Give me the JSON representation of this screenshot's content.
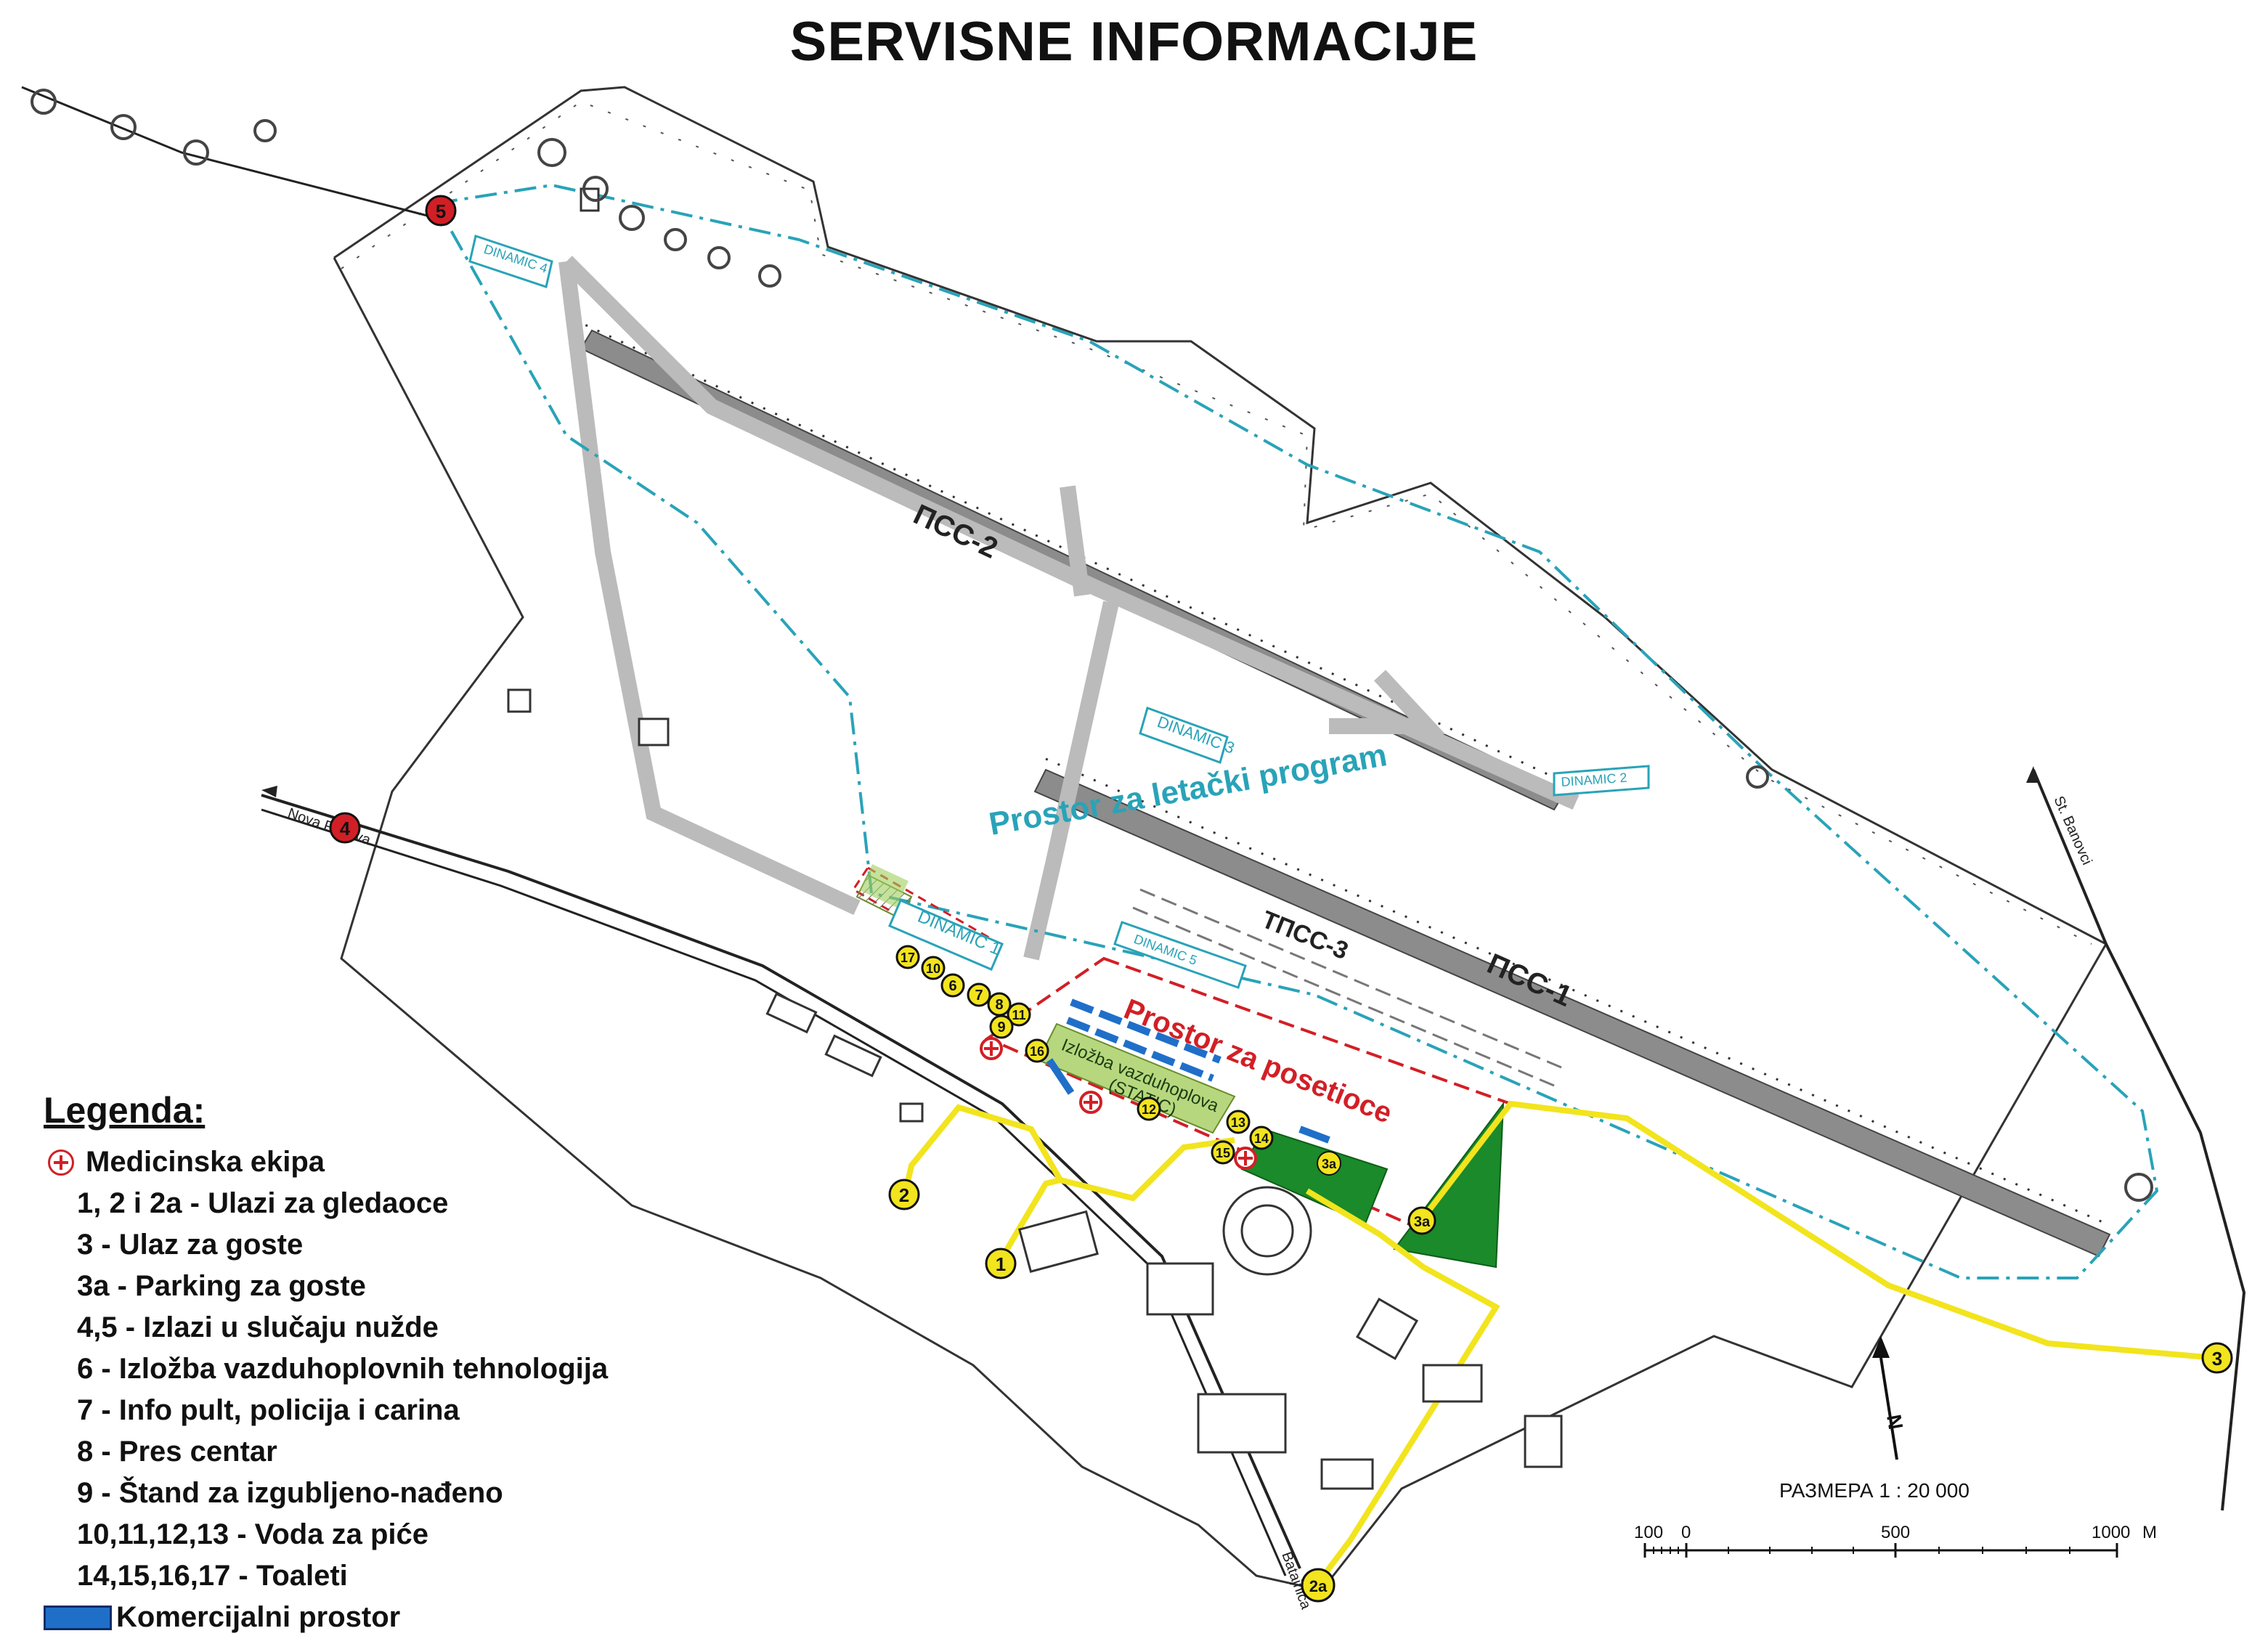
{
  "title": "SERVISNE INFORMACIJE",
  "colors": {
    "runway": "#8c8c8c",
    "flight_zone": "#29a3b8",
    "visitor_zone": "#d21f26",
    "path": "#f2e41d",
    "parking": "#1a8a2a",
    "static_display": "#b7d77f",
    "commercial": "#1f6fc9",
    "exit_marker": "#d21f26",
    "entry_marker": "#f2e41d"
  },
  "map": {
    "runway_1": "ПСС-1",
    "runway_2": "ПСС-2",
    "runway_3": "ТПСС-3",
    "dynamic_1": "DINAMIC 1",
    "dynamic_2": "DINAMIC 2",
    "dynamic_3": "DINAMIC 3",
    "dynamic_4": "DINAMIC 4",
    "dynamic_5": "DINAMIC 5",
    "flight_zone_label": "Prostor za letački program",
    "visitor_zone_label": "Prostor za posetioce",
    "static_display_label_1": "Izložba vazduhoplova",
    "static_display_label_2": "(STATIC)",
    "road_nova_pazova": "Nova Pazova",
    "road_st_banovci": "St. Banovci",
    "road_batajnica": "Batajnica",
    "north": "N"
  },
  "markers": {
    "m1": "1",
    "m2": "2",
    "m2a": "2a",
    "m3": "3",
    "m3a": "3a",
    "m3a_parking": "3a",
    "m4": "4",
    "m5": "5",
    "m6": "6",
    "m7": "7",
    "m8": "8",
    "m9": "9",
    "m10": "10",
    "m11": "11",
    "m12": "12",
    "m13": "13",
    "m14": "14",
    "m15": "15",
    "m16": "16",
    "m17": "17"
  },
  "legend": {
    "title": "Legenda:",
    "medical": "Medicinska ekipa",
    "entries": "1, 2 i 2a - Ulazi za gledaoce",
    "guest_entry": "3 - Ulaz za goste",
    "guest_parking": "3a - Parking za goste",
    "emergency_exits": "4,5 - Izlazi u slučaju nužde",
    "tech_expo": "6 - Izložba vazduhoplovnih tehnologija",
    "info_desk": "7 - Info pult, policija i carina",
    "press": "8 - Pres centar",
    "lost_found": "9 - Štand za izgubljeno-nađeno",
    "water": "10,11,12,13 - Voda za piće",
    "toilets": "14,15,16,17 - Toaleti",
    "commercial": "Komercijalni prostor",
    "medical_icon": "medical-cross-icon",
    "commercial_icon": "commercial-swatch-icon"
  },
  "scale": {
    "title": "РАЗМЕРА 1 : 20 000",
    "t_100": "100",
    "t_0": "0",
    "t_500": "500",
    "t_1000": "1000",
    "unit": "M"
  }
}
